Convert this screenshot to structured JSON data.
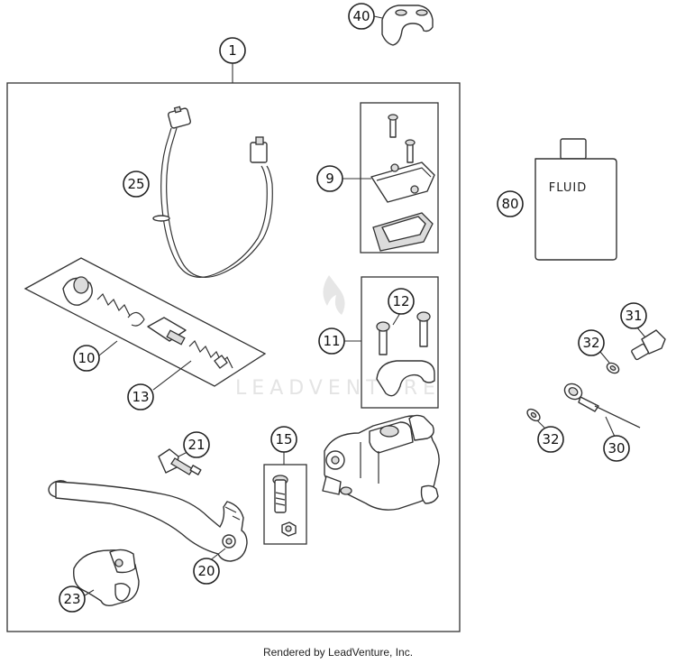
{
  "callouts": {
    "c40": "40",
    "c1": "1",
    "c25": "25",
    "c9": "9",
    "c80": "80",
    "c12": "12",
    "c11": "11",
    "c10": "10",
    "c13": "13",
    "c31": "31",
    "c32a": "32",
    "c32b": "32",
    "c30": "30",
    "c21": "21",
    "c15": "15",
    "c20": "20",
    "c23": "23"
  },
  "fluid_bottle_label": "FLUID",
  "watermark_text": "LEADVENTURE",
  "footer_text": "Rendered by LeadVenture, Inc."
}
